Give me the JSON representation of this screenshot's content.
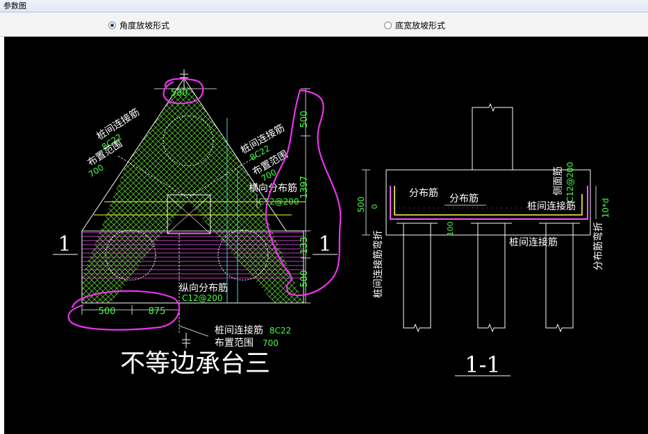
{
  "window": {
    "title": "参数图"
  },
  "options": [
    {
      "label": "角度放坡形式",
      "selected": true
    },
    {
      "label": "底宽放坡形式",
      "selected": false
    }
  ],
  "drawing": {
    "plan": {
      "title": "不等边承台三",
      "section_mark": "1",
      "dim_top": "580",
      "dim_bottom_left": "500",
      "dim_bottom_mid": "875",
      "dim_right_top": "500",
      "dim_right_mid": "1397",
      "dim_right_small": "133",
      "dim_right_bottom": "500",
      "left_rebar_label": "桩间连接筋",
      "left_rebar_spec": "8C22",
      "left_range_label": "布置范围",
      "left_range_value": "700",
      "right_rebar_label": "桩间连接筋",
      "right_rebar_spec": "8C22",
      "right_range_label": "布置范围",
      "right_range_value": "700",
      "trans_label": "横向分布筋",
      "trans_spec": "C12@200",
      "long_label": "纵向分布筋",
      "long_spec": "C12@200",
      "bottom_rebar_label": "桩间连接筋",
      "bottom_rebar_spec": "8C22",
      "bottom_range_label": "布置范围",
      "bottom_range_value": "700"
    },
    "section": {
      "title": "1-1",
      "dim_height": "500",
      "dim_zero": "0",
      "dim_100": "100",
      "dist_label_1": "分布筋",
      "dist_label_2": "分布筋",
      "side_label": "侧面筋",
      "side_spec": "C12@200",
      "conn_label_top": "桩间连接筋",
      "conn_label_bottom": "桩间连接筋",
      "left_vertical": "桩间连接筋弯折",
      "right_vertical": "分布筋弯折",
      "right_dim": "10*d"
    }
  }
}
